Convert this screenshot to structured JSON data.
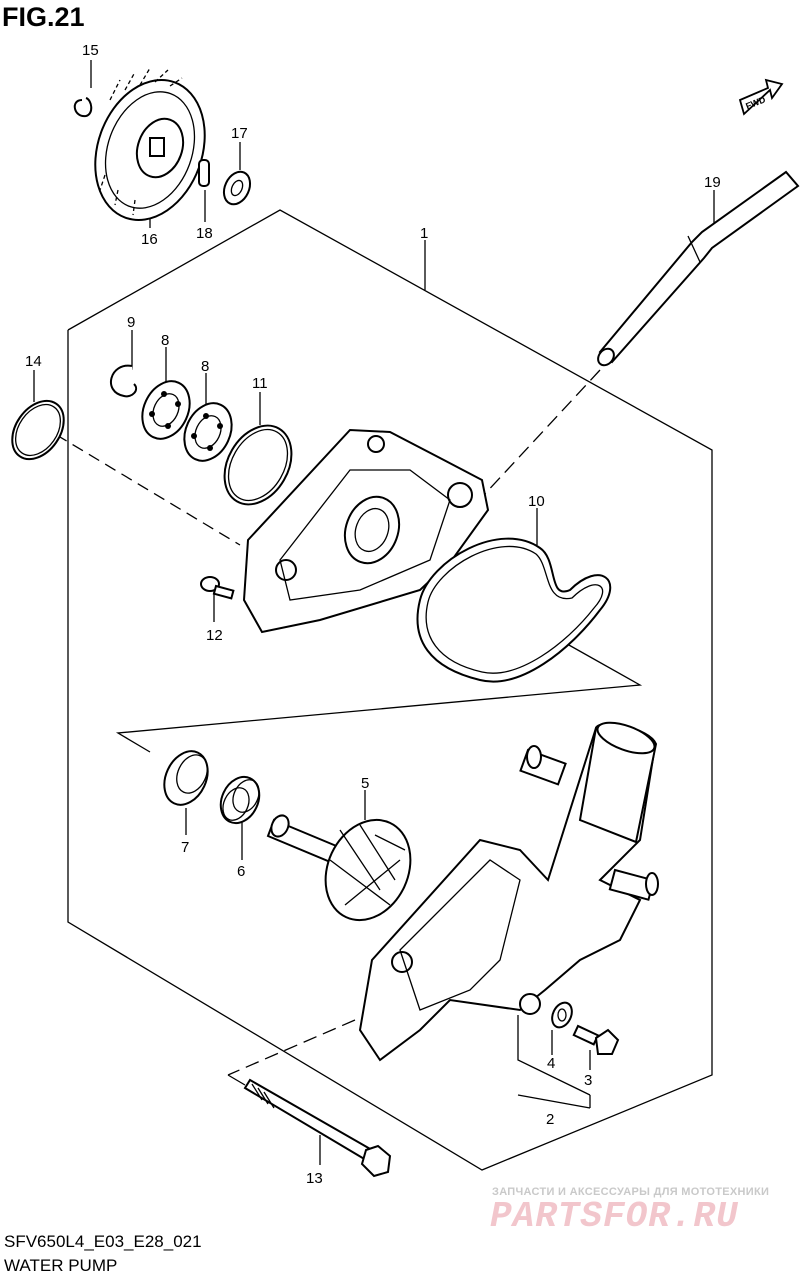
{
  "figure": {
    "title": "FIG.21",
    "model_code": "SFV650L4_E03_E28_021",
    "section_name": "WATER PUMP"
  },
  "direction_badge": {
    "label": "FWD"
  },
  "callouts": {
    "n1": "1",
    "n2": "2",
    "n3": "3",
    "n4": "4",
    "n5": "5",
    "n6": "6",
    "n7": "7",
    "n8a": "8",
    "n8b": "8",
    "n9": "9",
    "n10": "10",
    "n11": "11",
    "n12": "12",
    "n13": "13",
    "n14": "14",
    "n15": "15",
    "n16": "16",
    "n17": "17",
    "n18": "18",
    "n19": "19"
  },
  "watermark": {
    "tagline": "ЗАПЧАСТИ И АКСЕССУАРЫ ДЛЯ МОТОТЕХНИКИ",
    "logo": "PARTSFOR.RU"
  }
}
